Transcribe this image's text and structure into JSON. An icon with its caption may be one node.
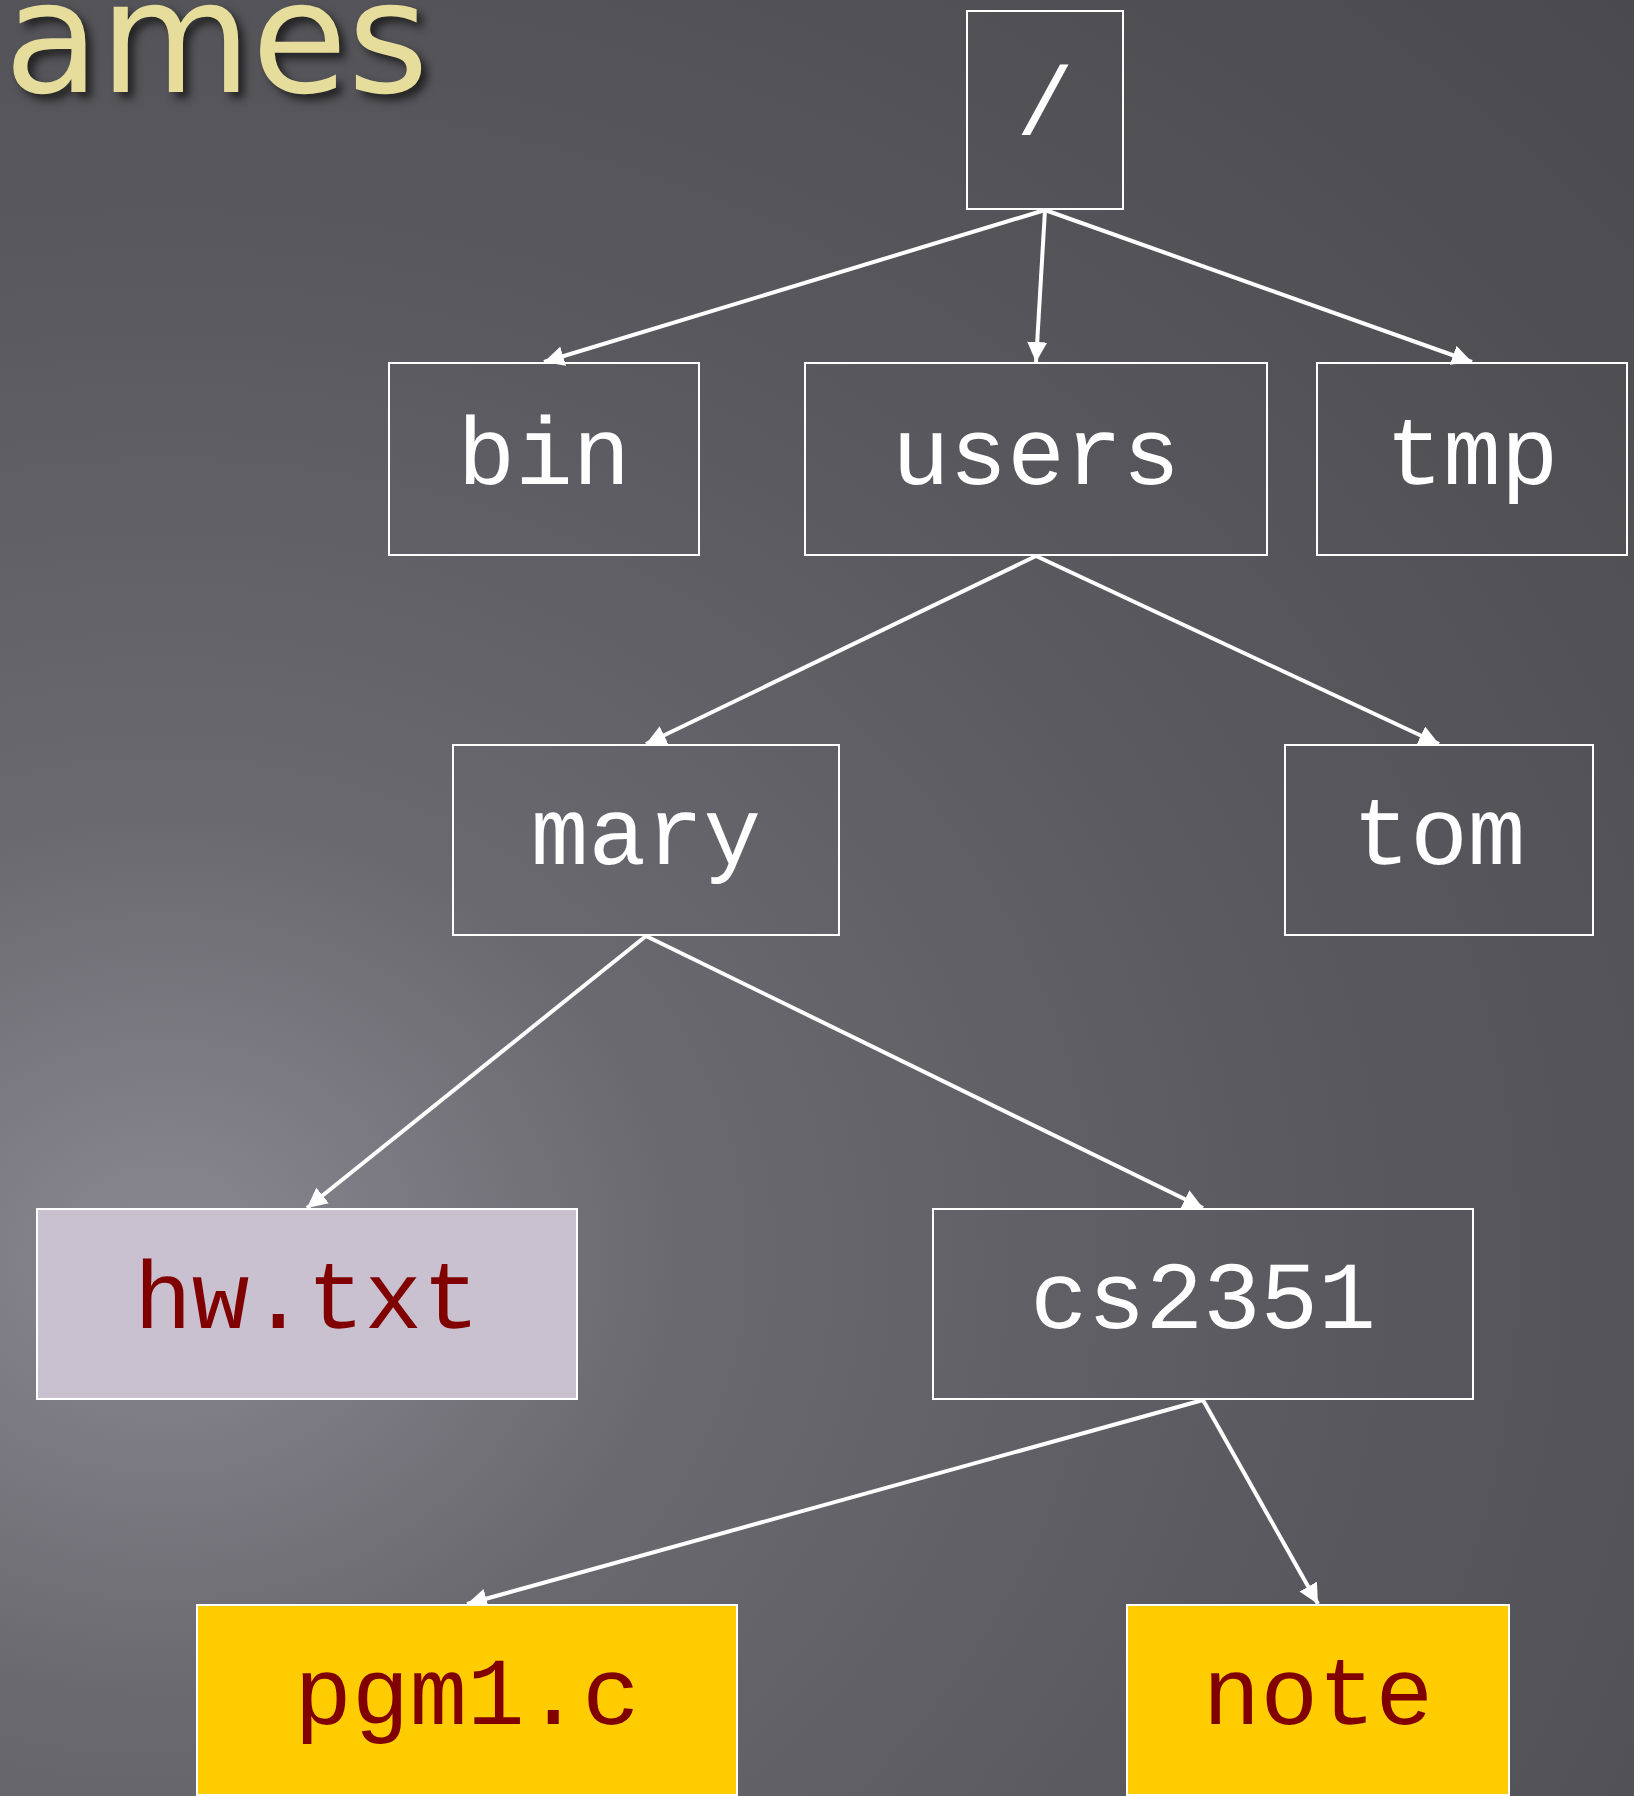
{
  "diagram": {
    "title": "ames",
    "nodes": [
      {
        "text": [
          "/"
        ]
      },
      {
        "text": [
          "bin"
        ]
      },
      {
        "text": [
          "users"
        ]
      },
      {
        "text": [
          "tmp"
        ]
      },
      {
        "text": [
          "mary"
        ]
      },
      {
        "text": [
          "tom"
        ]
      },
      {
        "text": [
          "hw.txt"
        ]
      },
      {
        "text": [
          "cs2351"
        ]
      },
      {
        "text": [
          "pgm1.c"
        ]
      },
      {
        "text": [
          "note"
        ]
      }
    ],
    "edges": [
      {
        "from": 0,
        "to": 1,
        "arrow": "to"
      },
      {
        "from": 0,
        "to": 2,
        "arrow": "to"
      },
      {
        "from": 0,
        "to": 3,
        "arrow": "to"
      },
      {
        "from": 2,
        "to": 4,
        "arrow": "to"
      },
      {
        "from": 2,
        "to": 5,
        "arrow": "to"
      },
      {
        "from": 4,
        "to": 6,
        "arrow": "to"
      },
      {
        "from": 4,
        "to": 7,
        "arrow": "to"
      },
      {
        "from": 7,
        "to": 8,
        "arrow": "to"
      },
      {
        "from": 7,
        "to": 9,
        "arrow": "to"
      }
    ]
  }
}
